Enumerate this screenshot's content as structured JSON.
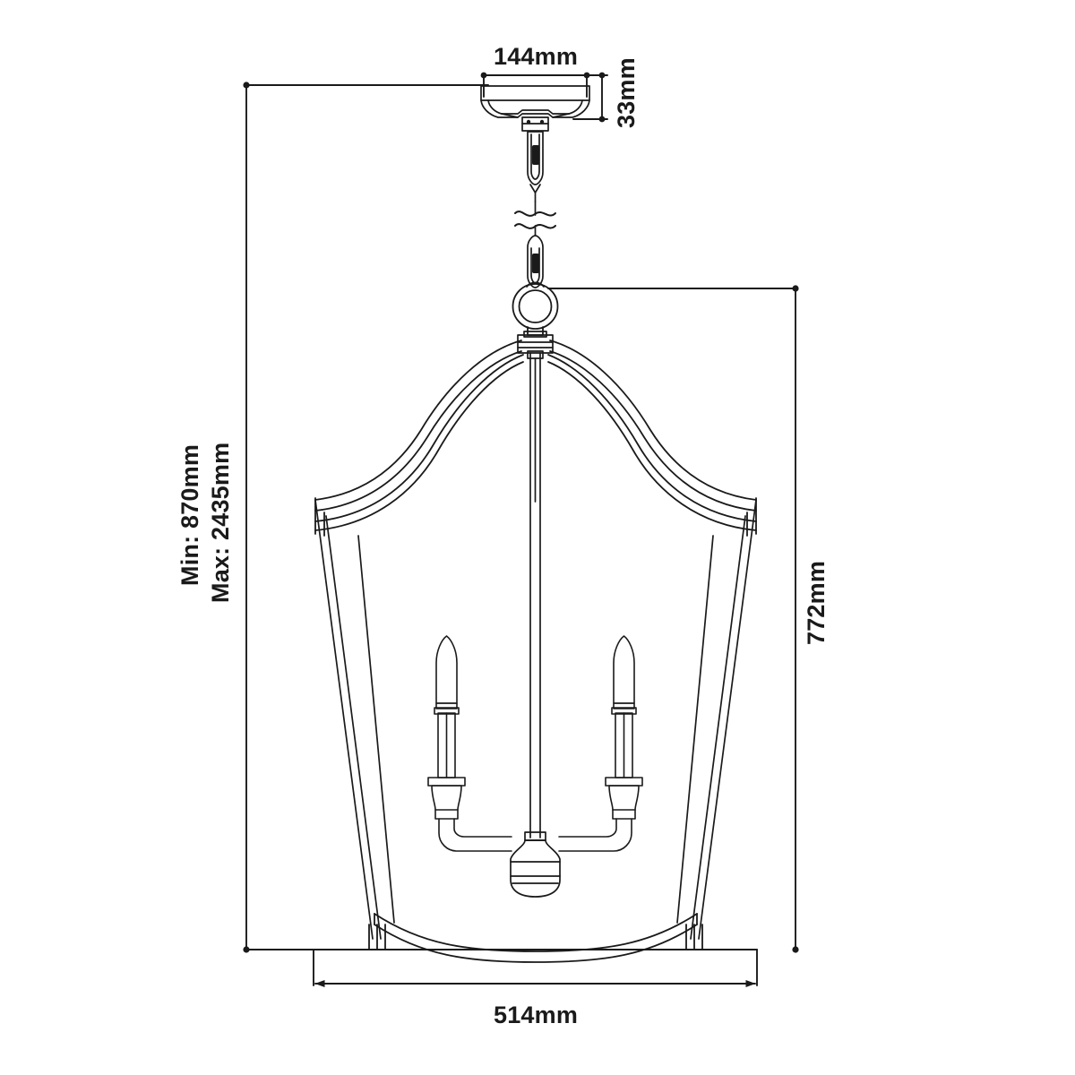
{
  "drawing": {
    "title": "Lantern pendant light dimensioned elevation drawing",
    "units": "mm",
    "line_color": "#1a1a1a",
    "background_color": "#ffffff"
  },
  "dimensions": {
    "canopy_width": "144mm",
    "canopy_height": "33mm",
    "overall_drop_min": "Min: 870mm",
    "overall_drop_max": "Max: 2435mm",
    "fixture_height": "772mm",
    "fixture_width": "514mm"
  },
  "parts": {
    "canopy": "ceiling-canopy",
    "chain": "suspension-chain",
    "break_symbol": "chain-break-symbol",
    "loop": "hanging-loop-ring",
    "frame_top": "pagoda-curved-top-frame",
    "frame_rails": "tapered-side-rails",
    "frame_bottom": "curved-bottom-rail",
    "center_stem": "center-stem-rod",
    "candles": "candle-bulbs",
    "cluster_hub": "center-socket-cluster",
    "candle_count": 2
  }
}
